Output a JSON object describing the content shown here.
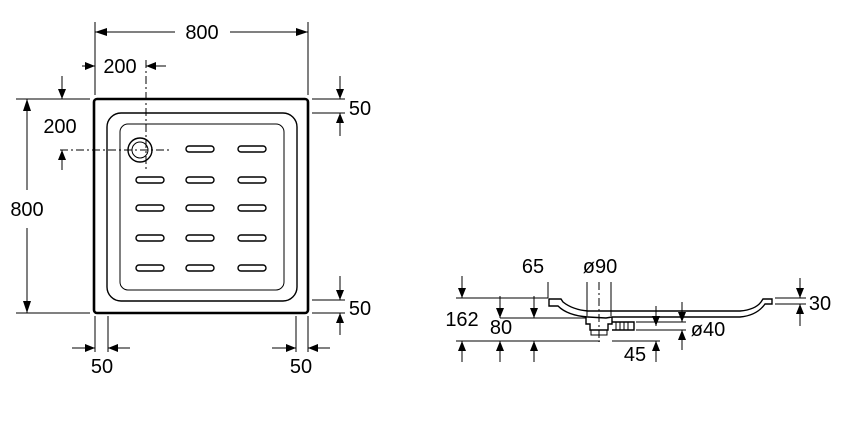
{
  "plan_view": {
    "overall_width": "800",
    "overall_depth": "800",
    "drain_offset_x": "200",
    "drain_offset_y": "200",
    "rim_top": "50",
    "rim_bottom": "50",
    "rim_left": "50",
    "rim_right": "50"
  },
  "section_view": {
    "rim_width": "65",
    "drain_diameter": "ø90",
    "total_height": "162",
    "tray_height": "80",
    "lip_height": "30",
    "outlet_diameter": "ø40",
    "outlet_height": "45"
  },
  "colors": {
    "line": "#000000",
    "background": "#ffffff"
  }
}
